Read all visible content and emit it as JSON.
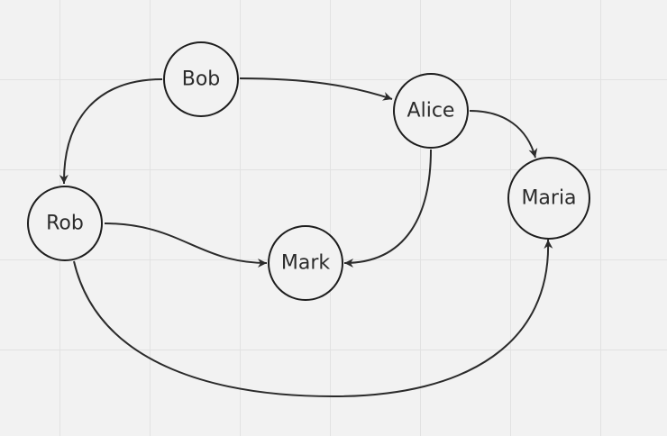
{
  "diagram": {
    "nodes": [
      {
        "id": "bob",
        "label": "Bob"
      },
      {
        "id": "alice",
        "label": "Alice"
      },
      {
        "id": "rob",
        "label": "Rob"
      },
      {
        "id": "mark",
        "label": "Mark"
      },
      {
        "id": "maria",
        "label": "Maria"
      }
    ],
    "edges": [
      {
        "from": "bob",
        "to": "rob"
      },
      {
        "from": "bob",
        "to": "alice"
      },
      {
        "from": "alice",
        "to": "maria"
      },
      {
        "from": "alice",
        "to": "mark"
      },
      {
        "from": "rob",
        "to": "mark"
      },
      {
        "from": "rob",
        "to": "maria"
      }
    ],
    "colors": {
      "background": "#f2f2f2",
      "grid": "#e2e2e2",
      "stroke": "#1e1e1e",
      "text": "#2b2b2b"
    }
  }
}
